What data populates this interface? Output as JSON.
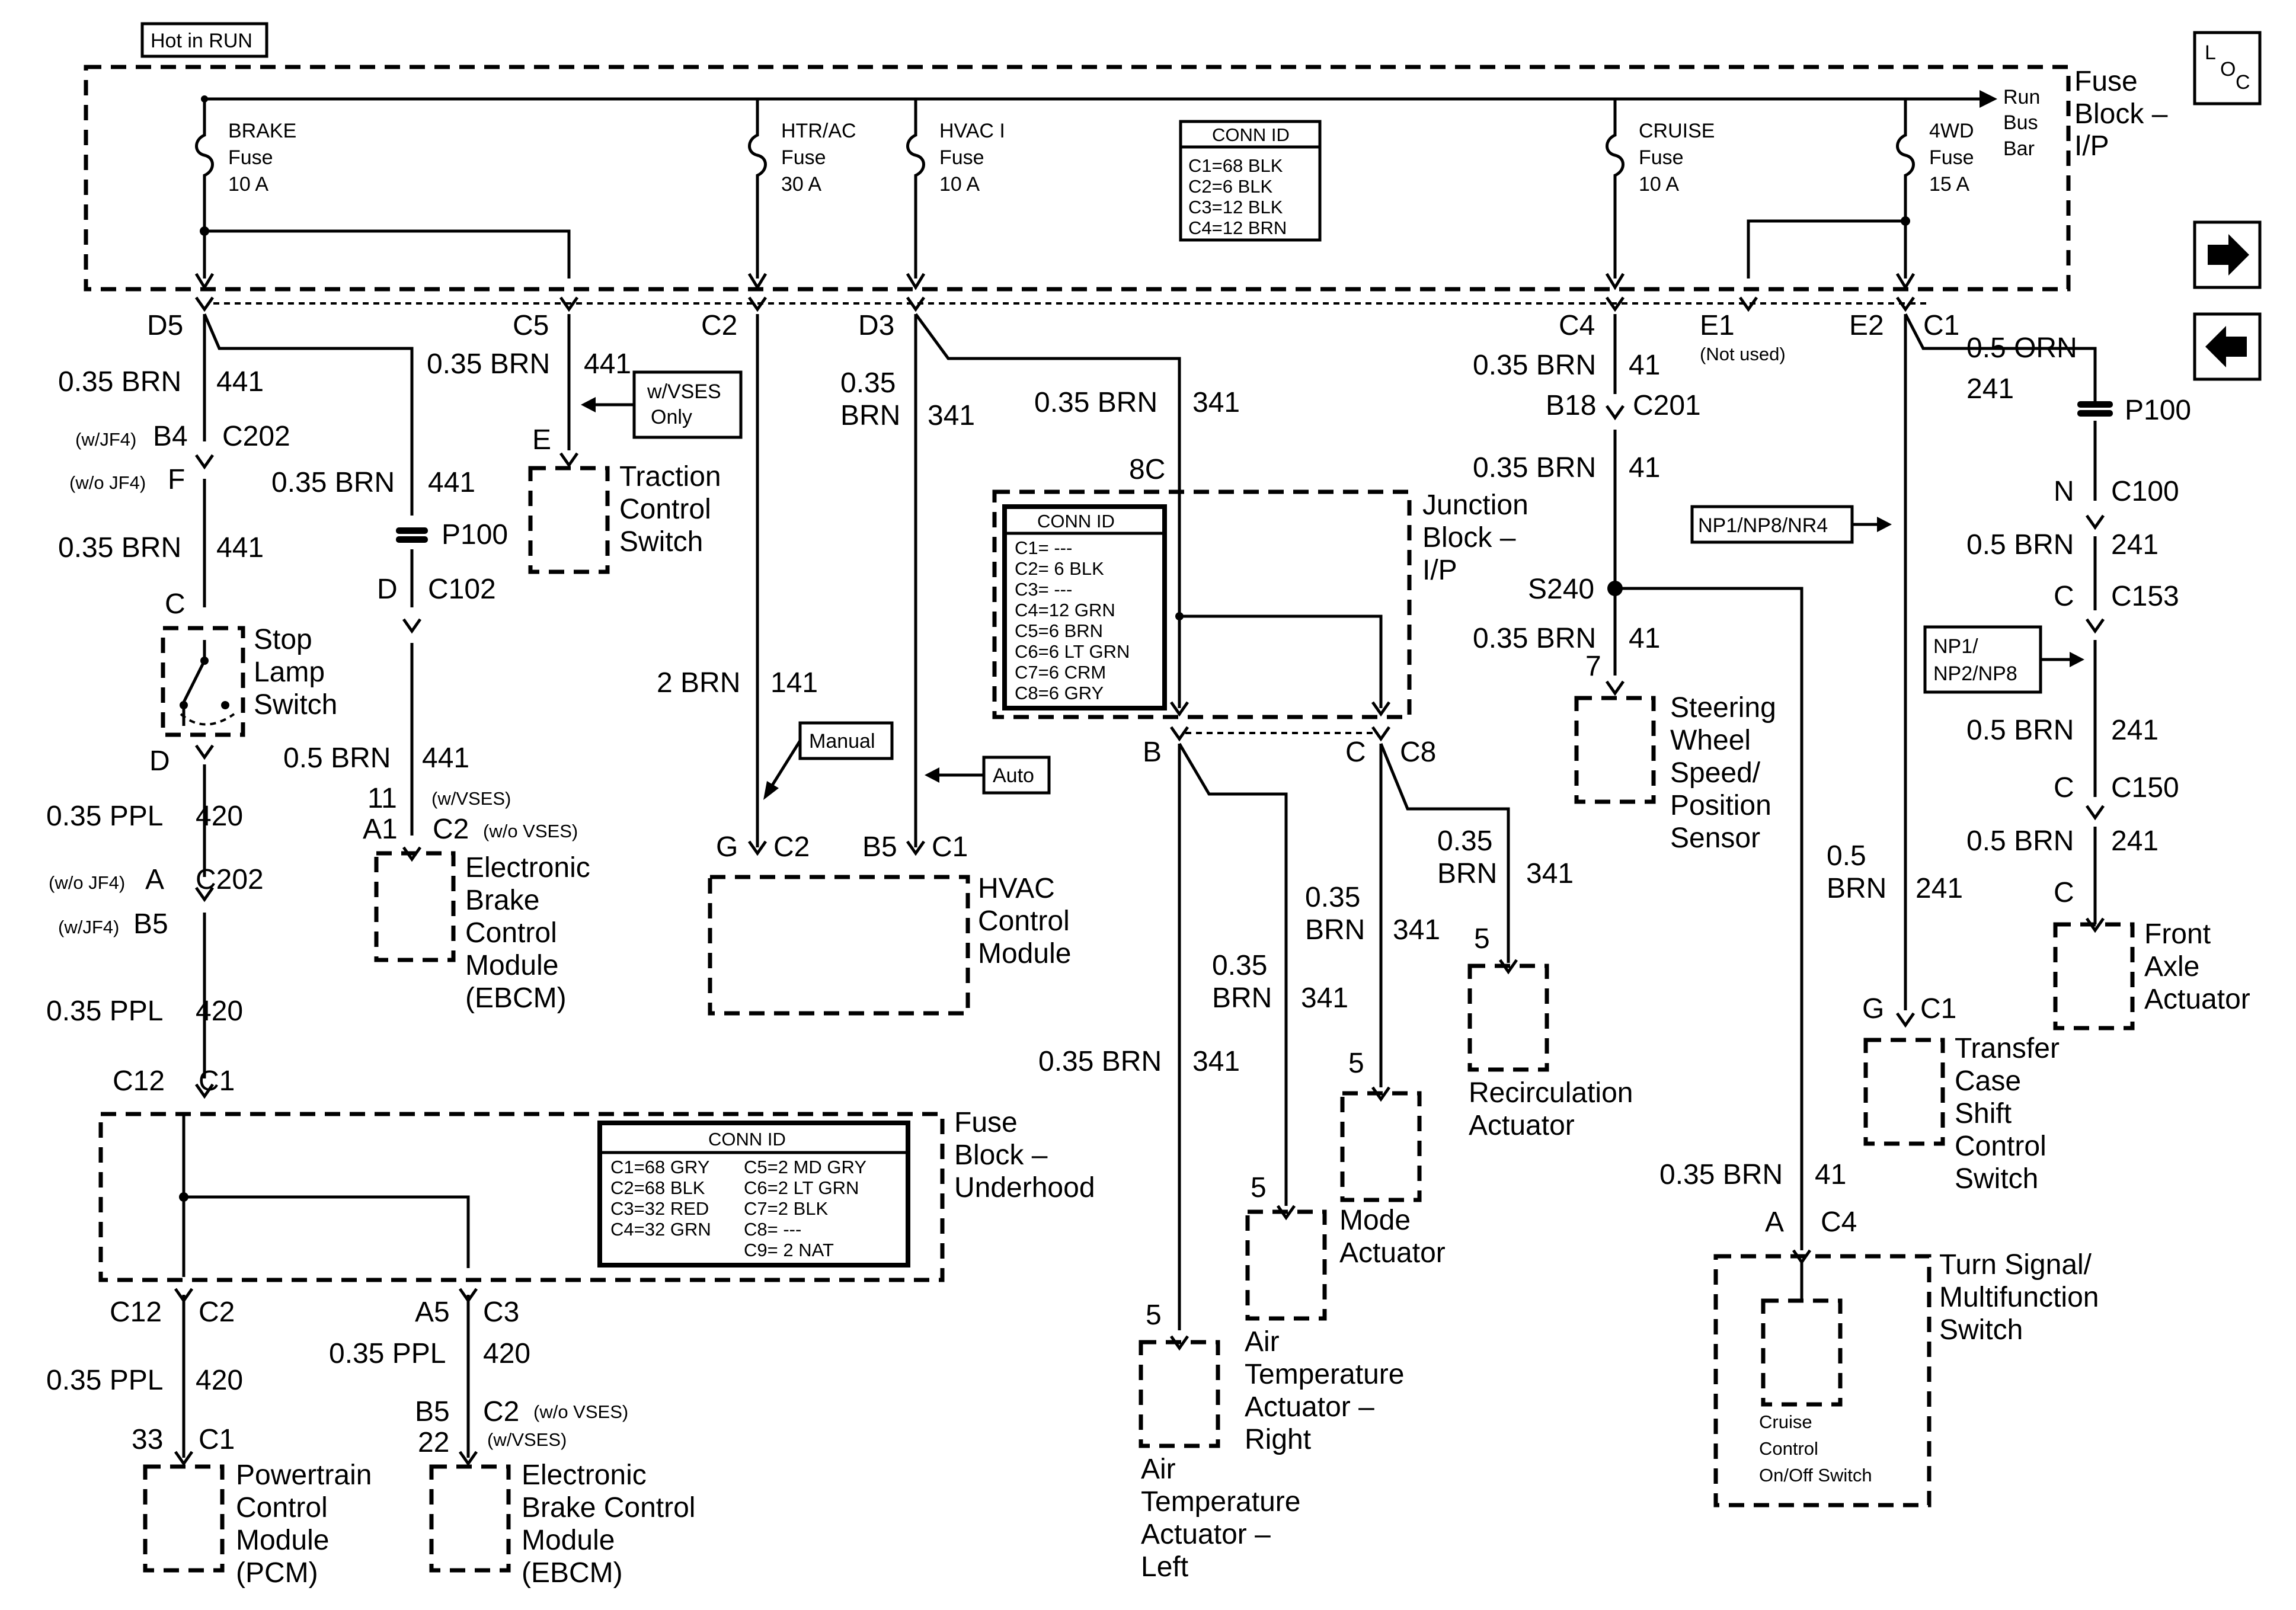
{
  "header": {
    "hot_in_run": "Hot in RUN",
    "loc": [
      "L",
      "O",
      "C"
    ]
  },
  "nav": {
    "forward_icon": "arrow-right-icon",
    "back_icon": "arrow-left-icon"
  },
  "fuse_block_ip": {
    "title": [
      "Fuse",
      "Block –",
      "I/P"
    ],
    "run_bus_bar": [
      "Run",
      "Bus",
      "Bar"
    ],
    "fuses": [
      {
        "name": "BRAKE",
        "type": "Fuse",
        "rating": "10 A"
      },
      {
        "name": "HTR/AC",
        "type": "Fuse",
        "rating": "30 A"
      },
      {
        "name": "HVAC I",
        "type": "Fuse",
        "rating": "10 A"
      },
      {
        "name": "CRUISE",
        "type": "Fuse",
        "rating": "10 A"
      },
      {
        "name": "4WD",
        "type": "Fuse",
        "rating": "15 A"
      }
    ],
    "conn_id": {
      "title": "CONN ID",
      "lines": [
        "C1=68 BLK",
        "C2=6 BLK",
        "C3=12 BLK",
        "C4=12 BRN"
      ]
    }
  },
  "connectors": {
    "d5": "D5",
    "c5": "C5",
    "c2": "C2",
    "d3": "D3",
    "c4": "C4",
    "e1": "E1",
    "not_used": "(Not used)",
    "e2": "E2",
    "c1": "C1"
  },
  "wires": {
    "brn_035": "0.35 BRN",
    "brn_035_a": "0.35",
    "brn_b": "BRN",
    "brn_2": "2 BRN",
    "brn_05": "0.5 BRN",
    "brn_05_a": "0.5",
    "ppl_035": "0.35 PPL",
    "orn_05": "0.5 ORN",
    "c441": "441",
    "c341": "341",
    "c141": "141",
    "c41": "41",
    "c420": "420",
    "c241": "241"
  },
  "left_branch": {
    "w_jf4": "(w/JF4)",
    "wo_jf4": "(w/o JF4)",
    "b4": "B4",
    "c202": "C202",
    "f": "F",
    "c_pin": "C",
    "d_pin": "D",
    "a_pin": "A",
    "b5": "B5",
    "stop_lamp_switch": [
      "Stop",
      "Lamp",
      "Switch"
    ],
    "p100": "P100",
    "c102": "C102",
    "traction": [
      "Traction",
      "Control",
      "Switch"
    ],
    "e_pin": "E",
    "w_vses_only": [
      "w/VSES",
      "Only"
    ],
    "pin11": "11",
    "w_vses": "(w/VSES)",
    "a1": "A1",
    "c2": "C2",
    "wo_vses": "(w/o VSES)",
    "ebcm": [
      "Electronic",
      "Brake",
      "Control",
      "Module",
      "(EBCM)"
    ]
  },
  "fuse_block_underhood": {
    "title": [
      "Fuse",
      "Block –",
      "Underhood"
    ],
    "c12": "C12",
    "c1": "C1",
    "c2": "C2",
    "a5": "A5",
    "c3": "C3",
    "conn_id": {
      "title": "CONN ID",
      "col1": [
        "C1=68 GRY",
        "C2=68 BLK",
        "C3=32 RED",
        "C4=32 GRN"
      ],
      "col2": [
        "C5=2 MD GRY",
        "C6=2 LT GRN",
        "C7=2 BLK",
        "C8= ---",
        "C9= 2 NAT"
      ]
    }
  },
  "bottom_left": {
    "pin33": "33",
    "c1": "C1",
    "pcm": [
      "Powertrain",
      "Control",
      "Module",
      "(PCM)"
    ],
    "b5": "B5",
    "pin22": "22",
    "c2": "C2",
    "wo_vses": "(w/o VSES)",
    "w_vses": "(w/VSES)",
    "ebcm": [
      "Electronic",
      "Brake Control",
      "Module",
      "(EBCM)"
    ]
  },
  "hvac": {
    "manual": "Manual",
    "auto": "Auto",
    "g": "G",
    "c2": "C2",
    "b5": "B5",
    "c1": "C1",
    "module": [
      "HVAC",
      "Control",
      "Module"
    ]
  },
  "junction_block": {
    "pin8c": "8C",
    "title": [
      "Junction",
      "Block –",
      "I/P"
    ],
    "conn_id": {
      "title": "CONN ID",
      "lines": [
        "C1= ---",
        "C2= 6 BLK",
        "C3= ---",
        "C4=12 GRN",
        "C5=6 BRN",
        "C6=6 LT GRN",
        "C7=6 CRM",
        "C8=6 GRY"
      ]
    },
    "b": "B",
    "c": "C",
    "c8": "C8"
  },
  "actuators": {
    "pin5": "5",
    "recirculation": [
      "Recirculation",
      "Actuator"
    ],
    "mode": [
      "Mode",
      "Actuator"
    ],
    "air_temp_right": [
      "Air",
      "Temperature",
      "Actuator –",
      "Right"
    ],
    "air_temp_left": [
      "Air",
      "Temperature",
      "Actuator –",
      "Left"
    ]
  },
  "cruise_branch": {
    "b18": "B18",
    "c201": "C201",
    "s240": "S240",
    "pin7": "7",
    "steering": [
      "Steering",
      "Wheel",
      "Speed/",
      "Position",
      "Sensor"
    ],
    "a": "A",
    "c4": "C4",
    "turn_signal": [
      "Turn Signal/",
      "Multifunction",
      "Switch"
    ],
    "cruise_switch": [
      "Cruise",
      "Control",
      "On/Off Switch"
    ]
  },
  "fourwd_branch": {
    "p100": "P100",
    "n": "N",
    "c100": "C100",
    "c": "C",
    "c153": "C153",
    "c150": "C150",
    "np_a": "NP1/NP8/NR4",
    "np_b": [
      "NP1/",
      "NP2/NP8"
    ],
    "front_axle": [
      "Front",
      "Axle",
      "Actuator"
    ],
    "g": "G",
    "c1": "C1",
    "transfer_case": [
      "Transfer",
      "Case",
      "Shift",
      "Control",
      "Switch"
    ]
  }
}
